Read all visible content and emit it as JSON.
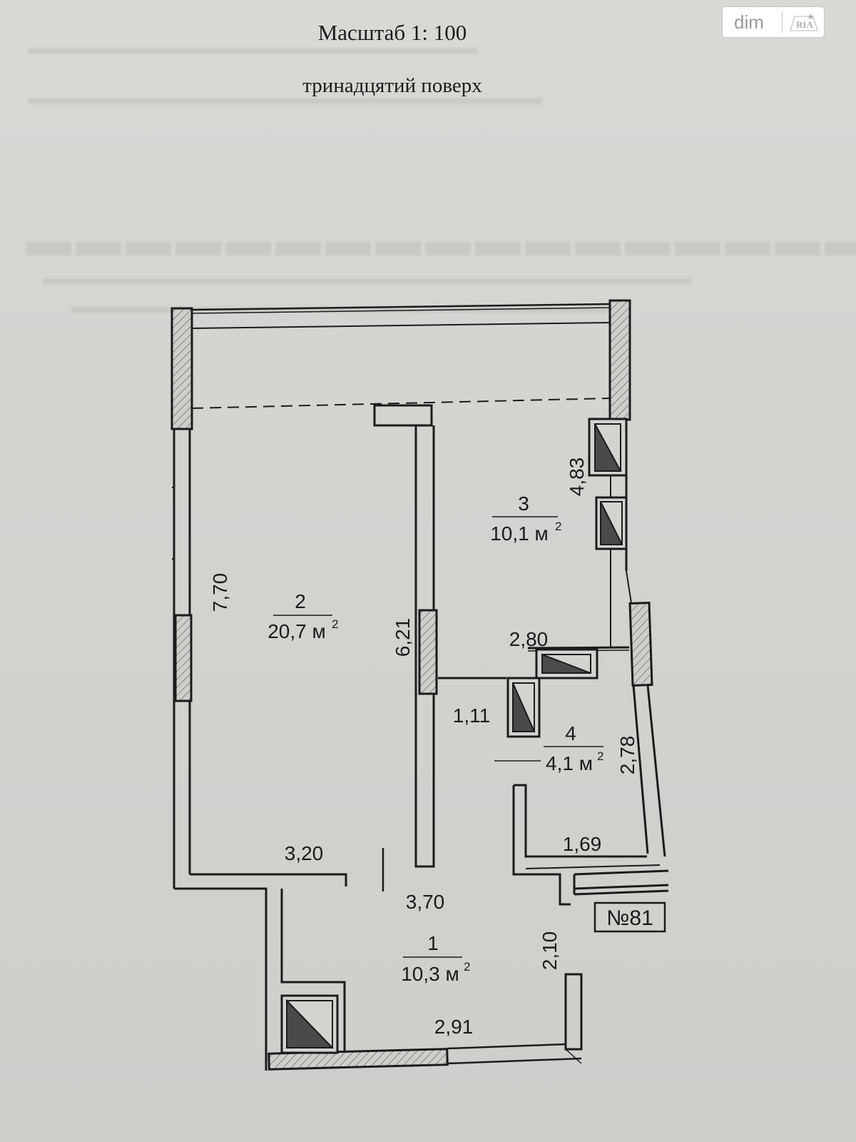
{
  "header": {
    "scale": "Масштаб 1: 100",
    "floor": "тринадцятий поверх"
  },
  "watermark": {
    "brand_text": "dim",
    "logo_text": "RIA",
    "logo_icon": "ria-logo-icon"
  },
  "apartment": {
    "number": "№81"
  },
  "rooms": [
    {
      "number": "1",
      "area": "10,3 м"
    },
    {
      "number": "2",
      "area": "20,7 м"
    },
    {
      "number": "3",
      "area": "10,1 м"
    },
    {
      "number": "4",
      "area": "4,1 м"
    }
  ],
  "area_unit_superscript": "2",
  "dimensions": {
    "d_7_70": "7,70",
    "d_6_21": "6,21",
    "d_4_83": "4,83",
    "d_2_80": "2,80",
    "d_1_11": "1,11",
    "d_2_78": "2,78",
    "d_1_69": "1,69",
    "d_3_20": "3,20",
    "d_3_70": "3,70",
    "d_2_10": "2,10",
    "d_2_91": "2,91"
  },
  "colors": {
    "paper": "#d7d6d3",
    "ink": "#1b1b1b",
    "shaft_fill": "#4a4a4a"
  }
}
